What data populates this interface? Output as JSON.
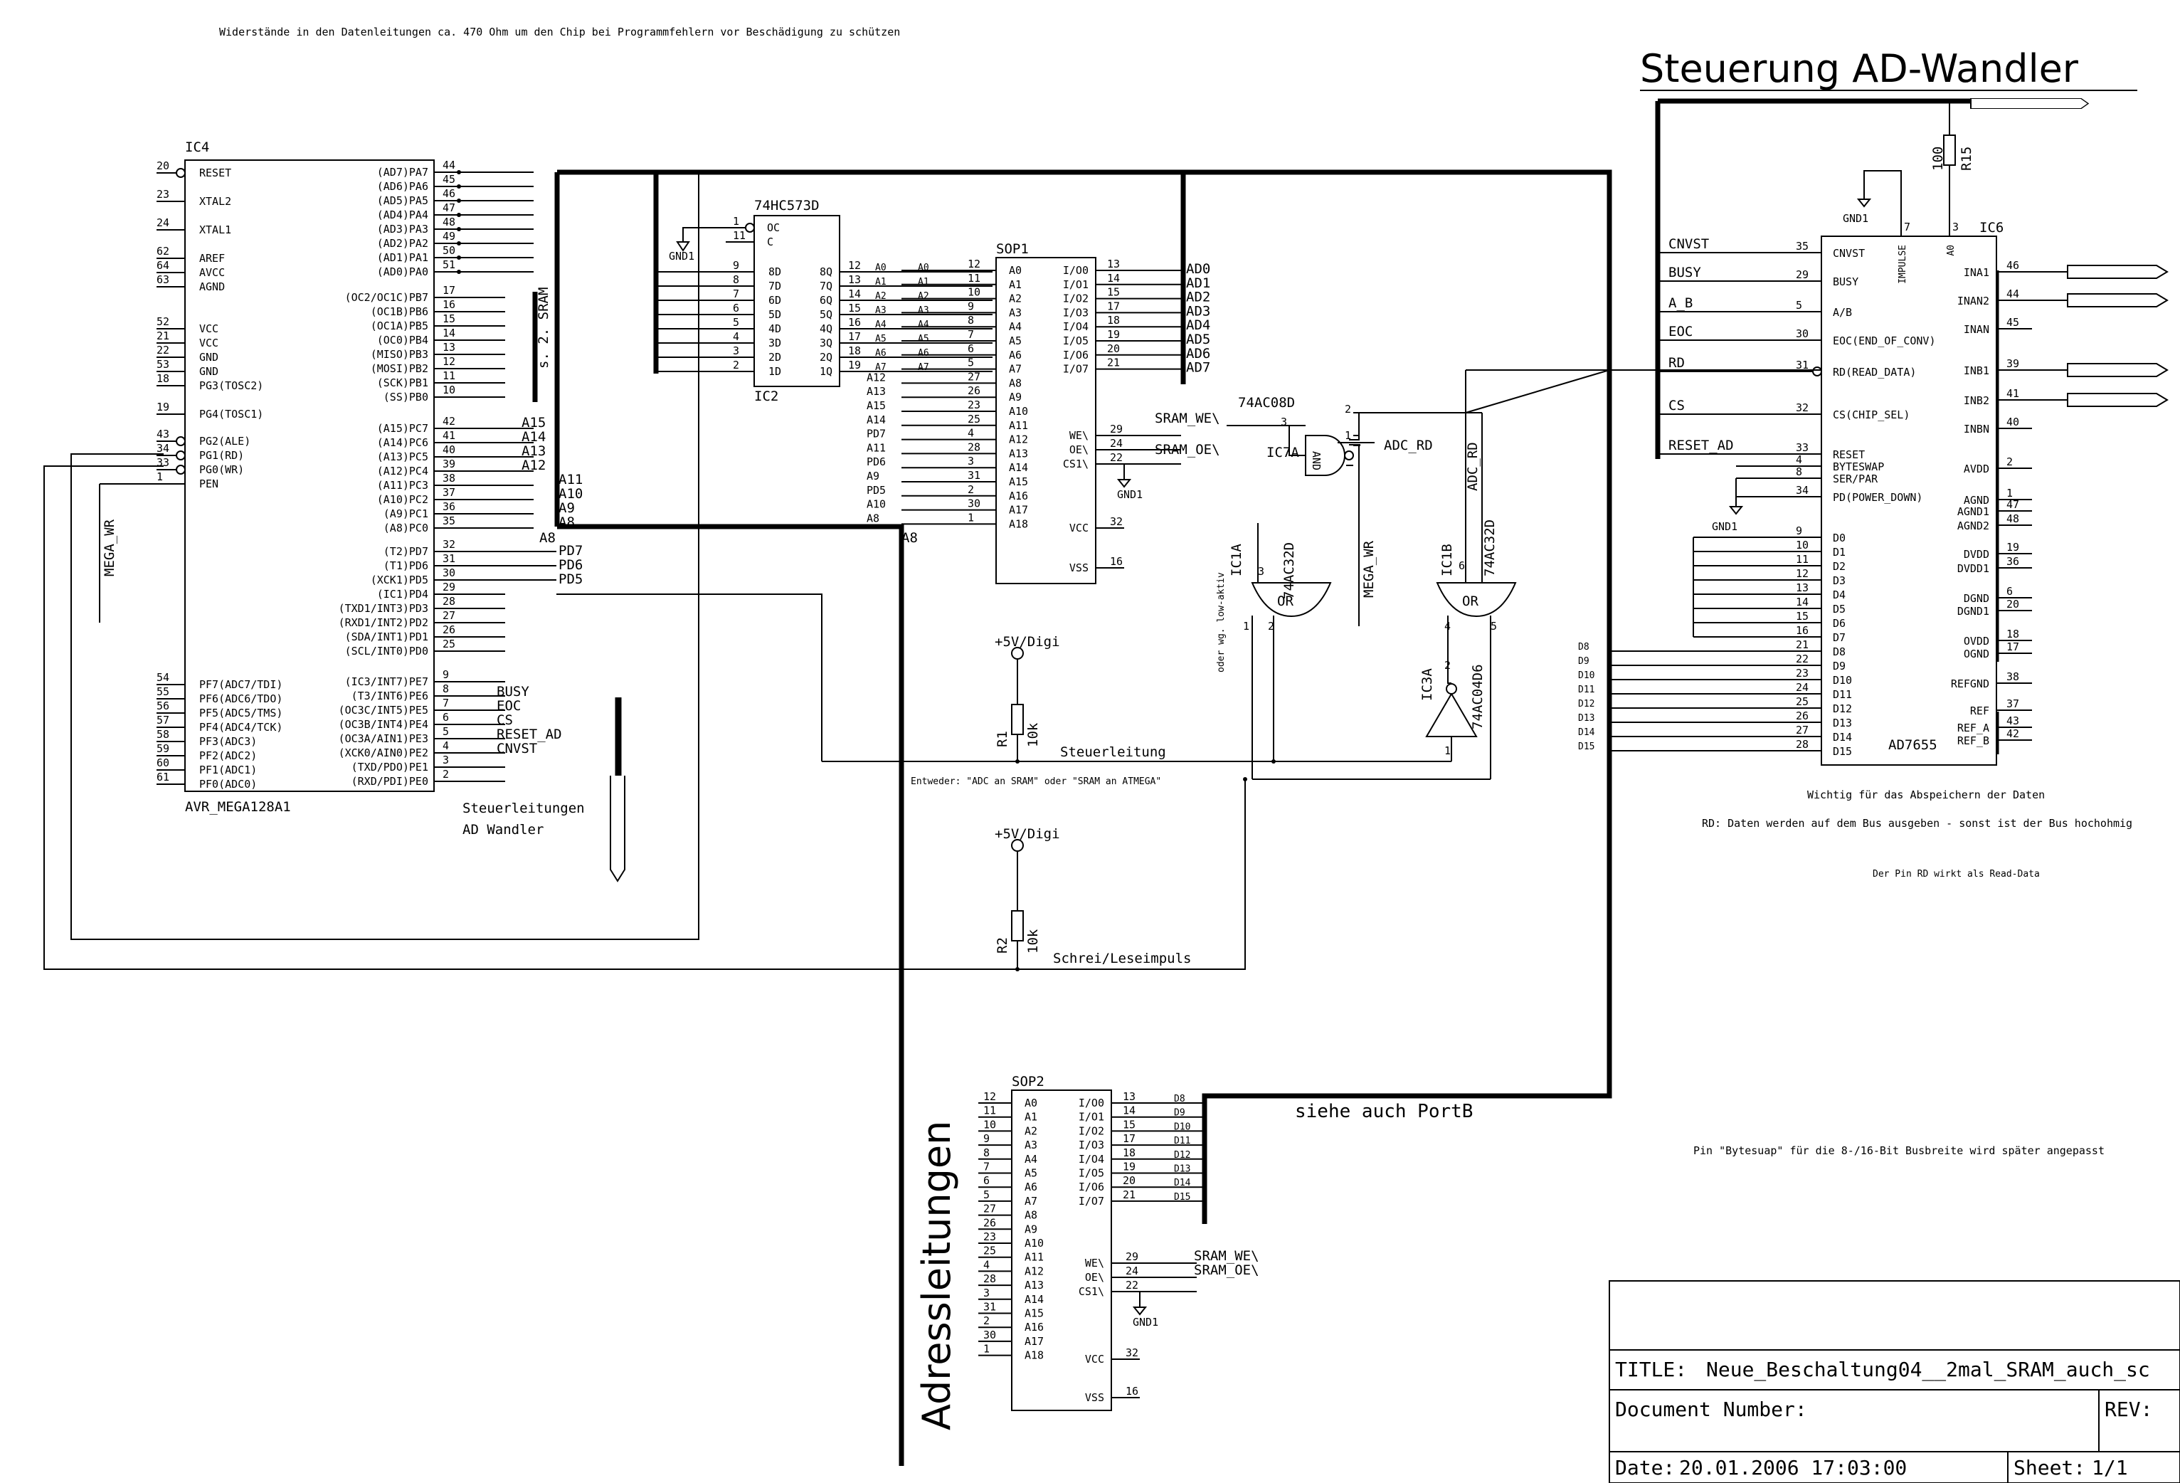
{
  "note_top": "Widerstände in den Datenleitungen ca. 470 Ohm um den Chip bei Programmfehlern vor Beschädigung zu schützen",
  "heading": "Steuerung AD-Wandler",
  "ic4": {
    "ref": "IC4",
    "part": "AVR_MEGA128A1",
    "left_pins": [
      {
        "num": "20",
        "name": "RESET"
      },
      {
        "num": "23",
        "name": "XTAL2"
      },
      {
        "num": "24",
        "name": "XTAL1"
      },
      {
        "num": "62",
        "name": "AREF"
      },
      {
        "num": "64",
        "name": "AVCC"
      },
      {
        "num": "63",
        "name": "AGND"
      },
      {
        "num": "52",
        "name": "VCC"
      },
      {
        "num": "21",
        "name": "VCC"
      },
      {
        "num": "22",
        "name": "GND"
      },
      {
        "num": "53",
        "name": "GND"
      },
      {
        "num": "18",
        "name": "PG3(TOSC2)"
      },
      {
        "num": "19",
        "name": "PG4(TOSC1)"
      },
      {
        "num": "43",
        "name": "PG2(ALE)"
      },
      {
        "num": "34",
        "name": "PG1(RD)"
      },
      {
        "num": "33",
        "name": "PG0(WR)"
      },
      {
        "num": "1",
        "name": "PEN"
      },
      {
        "num": "54",
        "name": "PF7(ADC7/TDI)"
      },
      {
        "num": "55",
        "name": "PF6(ADC6/TDO)"
      },
      {
        "num": "56",
        "name": "PF5(ADC5/TMS)"
      },
      {
        "num": "57",
        "name": "PF4(ADC4/TCK)"
      },
      {
        "num": "58",
        "name": "PF3(ADC3)"
      },
      {
        "num": "59",
        "name": "PF2(ADC2)"
      },
      {
        "num": "60",
        "name": "PF1(ADC1)"
      },
      {
        "num": "61",
        "name": "PF0(ADC0)"
      }
    ],
    "right_pins": [
      {
        "num": "44",
        "name": "(AD7)PA7"
      },
      {
        "num": "45",
        "name": "(AD6)PA6"
      },
      {
        "num": "46",
        "name": "(AD5)PA5"
      },
      {
        "num": "47",
        "name": "(AD4)PA4"
      },
      {
        "num": "48",
        "name": "(AD3)PA3"
      },
      {
        "num": "49",
        "name": "(AD2)PA2"
      },
      {
        "num": "50",
        "name": "(AD1)PA1"
      },
      {
        "num": "51",
        "name": "(AD0)PA0"
      },
      {
        "num": "17",
        "name": "(OC2/OC1C)PB7"
      },
      {
        "num": "16",
        "name": "(OC1B)PB6"
      },
      {
        "num": "15",
        "name": "(OC1A)PB5"
      },
      {
        "num": "14",
        "name": "(OC0)PB4"
      },
      {
        "num": "13",
        "name": "(MISO)PB3"
      },
      {
        "num": "12",
        "name": "(MOSI)PB2"
      },
      {
        "num": "11",
        "name": "(SCK)PB1"
      },
      {
        "num": "10",
        "name": "(SS)PB0"
      },
      {
        "num": "42",
        "name": "(A15)PC7"
      },
      {
        "num": "41",
        "name": "(A14)PC6"
      },
      {
        "num": "40",
        "name": "(A13)PC5"
      },
      {
        "num": "39",
        "name": "(A12)PC4"
      },
      {
        "num": "38",
        "name": "(A11)PC3"
      },
      {
        "num": "37",
        "name": "(A10)PC2"
      },
      {
        "num": "36",
        "name": "(A9)PC1"
      },
      {
        "num": "35",
        "name": "(A8)PC0"
      },
      {
        "num": "32",
        "name": "(T2)PD7"
      },
      {
        "num": "31",
        "name": "(T1)PD6"
      },
      {
        "num": "30",
        "name": "(XCK1)PD5"
      },
      {
        "num": "29",
        "name": "(IC1)PD4"
      },
      {
        "num": "28",
        "name": "(TXD1/INT3)PD3"
      },
      {
        "num": "27",
        "name": "(RXD1/INT2)PD2"
      },
      {
        "num": "26",
        "name": "(SDA/INT1)PD1"
      },
      {
        "num": "25",
        "name": "(SCL/INT0)PD0"
      },
      {
        "num": "9",
        "name": "(IC3/INT7)PE7"
      },
      {
        "num": "8",
        "name": "(T3/INT6)PE6"
      },
      {
        "num": "7",
        "name": "(OC3C/INT5)PE5"
      },
      {
        "num": "6",
        "name": "(OC3B/INT4)PE4"
      },
      {
        "num": "5",
        "name": "(OC3A/AIN1)PE3"
      },
      {
        "num": "4",
        "name": "(XCK0/AIN0)PE2"
      },
      {
        "num": "3",
        "name": "(TXD/PDO)PE1"
      },
      {
        "num": "2",
        "name": "(RXD/PDI)PE0"
      }
    ],
    "pc_labels": [
      "A15",
      "A14",
      "A13",
      "A12",
      "A11",
      "A10",
      "A9",
      "A8"
    ],
    "pd_labels": [
      "PD7",
      "PD6",
      "PD5"
    ],
    "pe_labels": [
      "BUSY",
      "EOC",
      "CS",
      "RESET_AD",
      "CNVST"
    ],
    "sram_bus_label": "s. 2. SRAM",
    "steuer_note1": "Steuerleitungen",
    "steuer_note2": "AD Wandler",
    "mega_wr": "MEGA_WR"
  },
  "ic2": {
    "ref": "IC2",
    "part": "74HC573D",
    "gnd": "GND1",
    "ctrl": [
      {
        "num": "1",
        "name": "OC"
      },
      {
        "num": "11",
        "name": "C"
      }
    ],
    "d_in": [
      {
        "num": "9",
        "name": "8D"
      },
      {
        "num": "8",
        "name": "7D"
      },
      {
        "num": "7",
        "name": "6D"
      },
      {
        "num": "6",
        "name": "5D"
      },
      {
        "num": "5",
        "name": "4D"
      },
      {
        "num": "4",
        "name": "3D"
      },
      {
        "num": "3",
        "name": "2D"
      },
      {
        "num": "2",
        "name": "1D"
      }
    ],
    "q_out": [
      {
        "num": "12",
        "name": "8Q",
        "sig": "A0"
      },
      {
        "num": "13",
        "name": "7Q",
        "sig": "A1"
      },
      {
        "num": "14",
        "name": "6Q",
        "sig": "A2"
      },
      {
        "num": "15",
        "name": "5Q",
        "sig": "A3"
      },
      {
        "num": "16",
        "name": "4Q",
        "sig": "A4"
      },
      {
        "num": "17",
        "name": "3Q",
        "sig": "A5"
      },
      {
        "num": "18",
        "name": "2Q",
        "sig": "A6"
      },
      {
        "num": "19",
        "name": "1Q",
        "sig": "A7"
      }
    ]
  },
  "sop1": {
    "ref": "SOP1",
    "addr_pins": [
      {
        "num": "12",
        "name": "A0",
        "sig": "A0"
      },
      {
        "num": "11",
        "name": "A1",
        "sig": "A1"
      },
      {
        "num": "10",
        "name": "A2",
        "sig": "A2"
      },
      {
        "num": "9",
        "name": "A3",
        "sig": "A3"
      },
      {
        "num": "8",
        "name": "A4",
        "sig": "A4"
      },
      {
        "num": "7",
        "name": "A5",
        "sig": "A5"
      },
      {
        "num": "6",
        "name": "A6",
        "sig": "A6"
      },
      {
        "num": "5",
        "name": "A7",
        "sig": "A7"
      },
      {
        "num": "27",
        "name": "A8",
        "sig": "A12"
      },
      {
        "num": "26",
        "name": "A9",
        "sig": "A13"
      },
      {
        "num": "23",
        "name": "A10",
        "sig": "A15"
      },
      {
        "num": "25",
        "name": "A11",
        "sig": "A14"
      },
      {
        "num": "4",
        "name": "A12",
        "sig": "PD7"
      },
      {
        "num": "28",
        "name": "A13",
        "sig": "A11"
      },
      {
        "num": "3",
        "name": "A14",
        "sig": "PD6"
      },
      {
        "num": "31",
        "name": "A15",
        "sig": "A9"
      },
      {
        "num": "2",
        "name": "A16",
        "sig": "PD5"
      },
      {
        "num": "30",
        "name": "A17",
        "sig": "A10"
      },
      {
        "num": "1",
        "name": "A18",
        "sig": "A8"
      }
    ],
    "io_pins": [
      {
        "num": "13",
        "name": "I/O0",
        "sig": "AD0"
      },
      {
        "num": "14",
        "name": "I/O1",
        "sig": "AD1"
      },
      {
        "num": "15",
        "name": "I/O2",
        "sig": "AD2"
      },
      {
        "num": "17",
        "name": "I/O3",
        "sig": "AD3"
      },
      {
        "num": "18",
        "name": "I/O4",
        "sig": "AD4"
      },
      {
        "num": "19",
        "name": "I/O5",
        "sig": "AD5"
      },
      {
        "num": "20",
        "name": "I/O6",
        "sig": "AD6"
      },
      {
        "num": "21",
        "name": "I/O7",
        "sig": "AD7"
      }
    ],
    "ctrl_pins": [
      {
        "num": "29",
        "name": "WE\\",
        "sig": "SRAM_WE\\"
      },
      {
        "num": "24",
        "name": "OE\\",
        "sig": "SRAM_OE\\"
      },
      {
        "num": "22",
        "name": "CS1\\",
        "sig": ""
      }
    ],
    "vcc": {
      "num": "32",
      "name": "VCC"
    },
    "vss": {
      "num": "16",
      "name": "VSS"
    },
    "gnd": "GND1"
  },
  "sop2": {
    "ref": "SOP2",
    "addr_pins": [
      {
        "num": "12",
        "name": "A0"
      },
      {
        "num": "11",
        "name": "A1"
      },
      {
        "num": "10",
        "name": "A2"
      },
      {
        "num": "9",
        "name": "A3"
      },
      {
        "num": "8",
        "name": "A4"
      },
      {
        "num": "7",
        "name": "A5"
      },
      {
        "num": "6",
        "name": "A6"
      },
      {
        "num": "5",
        "name": "A7"
      },
      {
        "num": "27",
        "name": "A8"
      },
      {
        "num": "26",
        "name": "A9"
      },
      {
        "num": "23",
        "name": "A10"
      },
      {
        "num": "25",
        "name": "A11"
      },
      {
        "num": "4",
        "name": "A12"
      },
      {
        "num": "28",
        "name": "A13"
      },
      {
        "num": "3",
        "name": "A14"
      },
      {
        "num": "31",
        "name": "A15"
      },
      {
        "num": "2",
        "name": "A16"
      },
      {
        "num": "30",
        "name": "A17"
      },
      {
        "num": "1",
        "name": "A18"
      }
    ],
    "io_pins": [
      {
        "num": "13",
        "name": "I/O0",
        "sig": "D8"
      },
      {
        "num": "14",
        "name": "I/O1",
        "sig": "D9"
      },
      {
        "num": "15",
        "name": "I/O2",
        "sig": "D10"
      },
      {
        "num": "17",
        "name": "I/O3",
        "sig": "D11"
      },
      {
        "num": "18",
        "name": "I/O4",
        "sig": "D12"
      },
      {
        "num": "19",
        "name": "I/O5",
        "sig": "D13"
      },
      {
        "num": "20",
        "name": "I/O6",
        "sig": "D14"
      },
      {
        "num": "21",
        "name": "I/O7",
        "sig": "D15"
      }
    ],
    "ctrl_pins": [
      {
        "num": "29",
        "name": "WE\\",
        "sig": "SRAM_WE\\"
      },
      {
        "num": "24",
        "name": "OE\\",
        "sig": "SRAM_OE\\"
      },
      {
        "num": "22",
        "name": "CS1\\",
        "sig": ""
      }
    ],
    "vcc": {
      "num": "32",
      "name": "VCC"
    },
    "vss": {
      "num": "16",
      "name": "VSS"
    },
    "gnd": "GND1"
  },
  "ic6": {
    "ref": "IC6",
    "part": "AD7655",
    "left_pins": [
      {
        "num": "35",
        "name": "CNVST",
        "sig": "CNVST"
      },
      {
        "num": "29",
        "name": "BUSY",
        "sig": "BUSY"
      },
      {
        "num": "5",
        "name": "A/B",
        "sig": "A_B"
      },
      {
        "num": "30",
        "name": "EOC(END_OF_CONV)",
        "sig": "EOC"
      },
      {
        "num": "31",
        "name": "RD(READ_DATA)",
        "sig": "RD"
      },
      {
        "num": "32",
        "name": "CS(CHIP_SEL)",
        "sig": "CS"
      },
      {
        "num": "33",
        "name": "RESET",
        "sig": "RESET_AD"
      },
      {
        "num": "4",
        "name": "BYTESWAP",
        "sig": ""
      },
      {
        "num": "8",
        "name": "SER/PAR",
        "sig": ""
      },
      {
        "num": "34",
        "name": "PD(POWER_DOWN)",
        "sig": ""
      }
    ],
    "data_pins": [
      {
        "num": "9",
        "name": "D0"
      },
      {
        "num": "10",
        "name": "D1"
      },
      {
        "num": "11",
        "name": "D2"
      },
      {
        "num": "12",
        "name": "D3"
      },
      {
        "num": "13",
        "name": "D4"
      },
      {
        "num": "14",
        "name": "D5"
      },
      {
        "num": "15",
        "name": "D6"
      },
      {
        "num": "16",
        "name": "D7"
      },
      {
        "num": "21",
        "name": "D8",
        "sig": "D8"
      },
      {
        "num": "22",
        "name": "D9",
        "sig": "D9"
      },
      {
        "num": "23",
        "name": "D10",
        "sig": "D10"
      },
      {
        "num": "24",
        "name": "D11",
        "sig": "D11"
      },
      {
        "num": "25",
        "name": "D12",
        "sig": "D12"
      },
      {
        "num": "26",
        "name": "D13",
        "sig": "D13"
      },
      {
        "num": "27",
        "name": "D14",
        "sig": "D14"
      },
      {
        "num": "28",
        "name": "D15",
        "sig": "D15"
      }
    ],
    "right_pins": [
      {
        "num": "46",
        "name": "INA1"
      },
      {
        "num": "44",
        "name": "INAN2"
      },
      {
        "num": "45",
        "name": "INAN"
      },
      {
        "num": "39",
        "name": "INB1"
      },
      {
        "num": "41",
        "name": "INB2"
      },
      {
        "num": "40",
        "name": "INBN"
      },
      {
        "num": "2",
        "name": "AVDD"
      },
      {
        "num": "1",
        "name": "AGND"
      },
      {
        "num": "47",
        "name": "AGND1"
      },
      {
        "num": "48",
        "name": "AGND2"
      },
      {
        "num": "19",
        "name": "DVDD"
      },
      {
        "num": "36",
        "name": "DVDD1"
      },
      {
        "num": "6",
        "name": "DGND"
      },
      {
        "num": "20",
        "name": "DGND1"
      },
      {
        "num": "18",
        "name": "OVDD"
      },
      {
        "num": "17",
        "name": "OGND"
      },
      {
        "num": "38",
        "name": "REFGND"
      },
      {
        "num": "37",
        "name": "REF"
      },
      {
        "num": "43",
        "name": "REF_A"
      },
      {
        "num": "42",
        "name": "REF_B"
      }
    ],
    "top_pins": [
      {
        "num": "7",
        "name": "IMPULSE"
      },
      {
        "num": "3",
        "name": "A0"
      }
    ],
    "gnd_top": "GND1",
    "gnd_left": "GND1"
  },
  "r15": {
    "ref": "R15",
    "value": "100"
  },
  "r1": {
    "ref": "R1",
    "value": "10k",
    "supply": "+5V/Digi"
  },
  "r2": {
    "ref": "R2",
    "value": "10k",
    "supply": "+5V/Digi"
  },
  "ic7a": {
    "ref": "IC7A",
    "part": "74AC08D",
    "label": "AND",
    "pins": [
      "3",
      "2",
      "1"
    ],
    "out": "ADC_RD"
  },
  "ic1a": {
    "ref": "IC1A",
    "part": "74AC32D",
    "label": "OR",
    "pins": [
      "3",
      "1",
      "2"
    ]
  },
  "ic1b": {
    "ref": "IC1B",
    "part": "74AC32D",
    "label": "OR",
    "pins": [
      "6",
      "4",
      "5"
    ],
    "sig": "ADC_RD"
  },
  "ic3a": {
    "ref": "IC3A",
    "part": "74AC04D6",
    "pins": [
      "2",
      "1"
    ]
  },
  "labels": {
    "steuerleitung": "Steuerleitung",
    "entweder": "Entweder: \"ADC an SRAM\" oder \"SRAM an ATMEGA\"",
    "oder_low": "oder wg. low-aktiv",
    "schreib": "Schrei/Leseimpuls",
    "mega_wr": "MEGA_WR",
    "adressleitungen": "Adressleitungen",
    "siehe": "siehe auch PortB",
    "a8": "A8"
  },
  "notes_right": [
    "Wichtig für das Abspeichern der Daten",
    "RD: Daten werden auf dem Bus ausgeben - sonst ist der Bus hochohmig",
    "Der Pin RD wirkt als Read-Data",
    "Pin \"Bytesuap\" für die 8-/16-Bit Busbreite wird später angepasst"
  ],
  "title_block": {
    "title_label": "TITLE:",
    "title_value": "Neue_Beschaltung04__2mal_SRAM_auch_sc",
    "doc_label": "Document Number:",
    "rev_label": "REV:",
    "date_label": "Date:",
    "date_value": "20.01.2006 17:03:00",
    "sheet_label": "Sheet:",
    "sheet_value": "1/1"
  }
}
